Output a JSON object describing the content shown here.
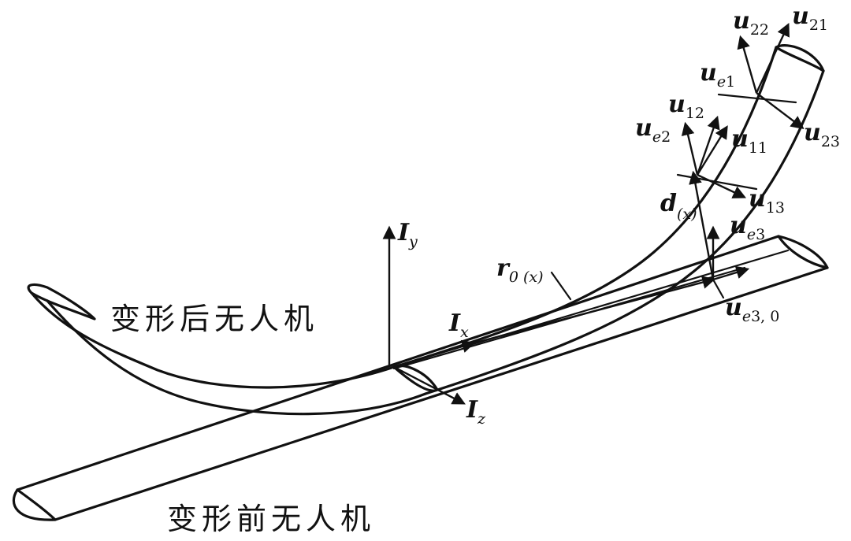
{
  "captions": {
    "deformed_uav": "变形后无人机",
    "original_uav": "变形前无人机"
  },
  "axes": {
    "ix": "I",
    "ix_sub": "x",
    "iy": "I",
    "iy_sub": "y",
    "iz": "I",
    "iz_sub": "z"
  },
  "vectors": {
    "u22": "u",
    "u22_sub": "22",
    "u21": "u",
    "u21_sub": "21",
    "ue1": "u",
    "ue1_sub_e": "e",
    "ue1_sub_n": "1",
    "u12": "u",
    "u12_sub": "12",
    "ue2": "u",
    "ue2_sub_e": "e",
    "ue2_sub_n": "2",
    "u11": "u",
    "u11_sub": "11",
    "u23": "u",
    "u23_sub": "23",
    "u13": "u",
    "u13_sub": "13",
    "d": "d",
    "d_sub": "(x)",
    "ue3": "u",
    "ue3_sub_e": "e",
    "ue3_sub_n": "3",
    "r0": "r",
    "r0_sub": "0 (x)",
    "ue30": "u",
    "ue30_sub_e": "e",
    "ue30_sub_n": "3, 0"
  }
}
